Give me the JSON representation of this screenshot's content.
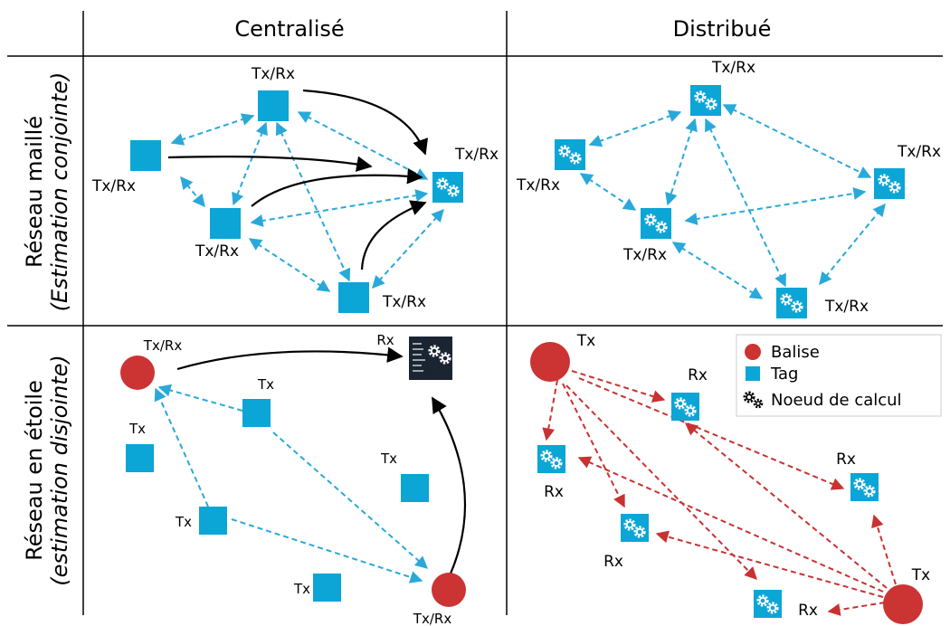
{
  "headers": {
    "centralized": "Centralisé",
    "distributed": "Distribué"
  },
  "rows": {
    "mesh": {
      "title": "Réseau maillé",
      "subtitle": "(Estimation conjointe)"
    },
    "star": {
      "title": "Réseau en étoile",
      "subtitle": "(estimation disjointe)"
    }
  },
  "labels": {
    "txrx": "Tx/Rx",
    "tx": "Tx",
    "rx": "Rx"
  },
  "legend": {
    "beacon": "Balise",
    "tag": "Tag",
    "compute": "Noeud de calcul"
  },
  "colors": {
    "tag": "#0ba5d6",
    "beacon": "#cc3333",
    "dashed_blue": "#29a9d9",
    "dashed_red": "#c83232",
    "grid": "#000000"
  }
}
